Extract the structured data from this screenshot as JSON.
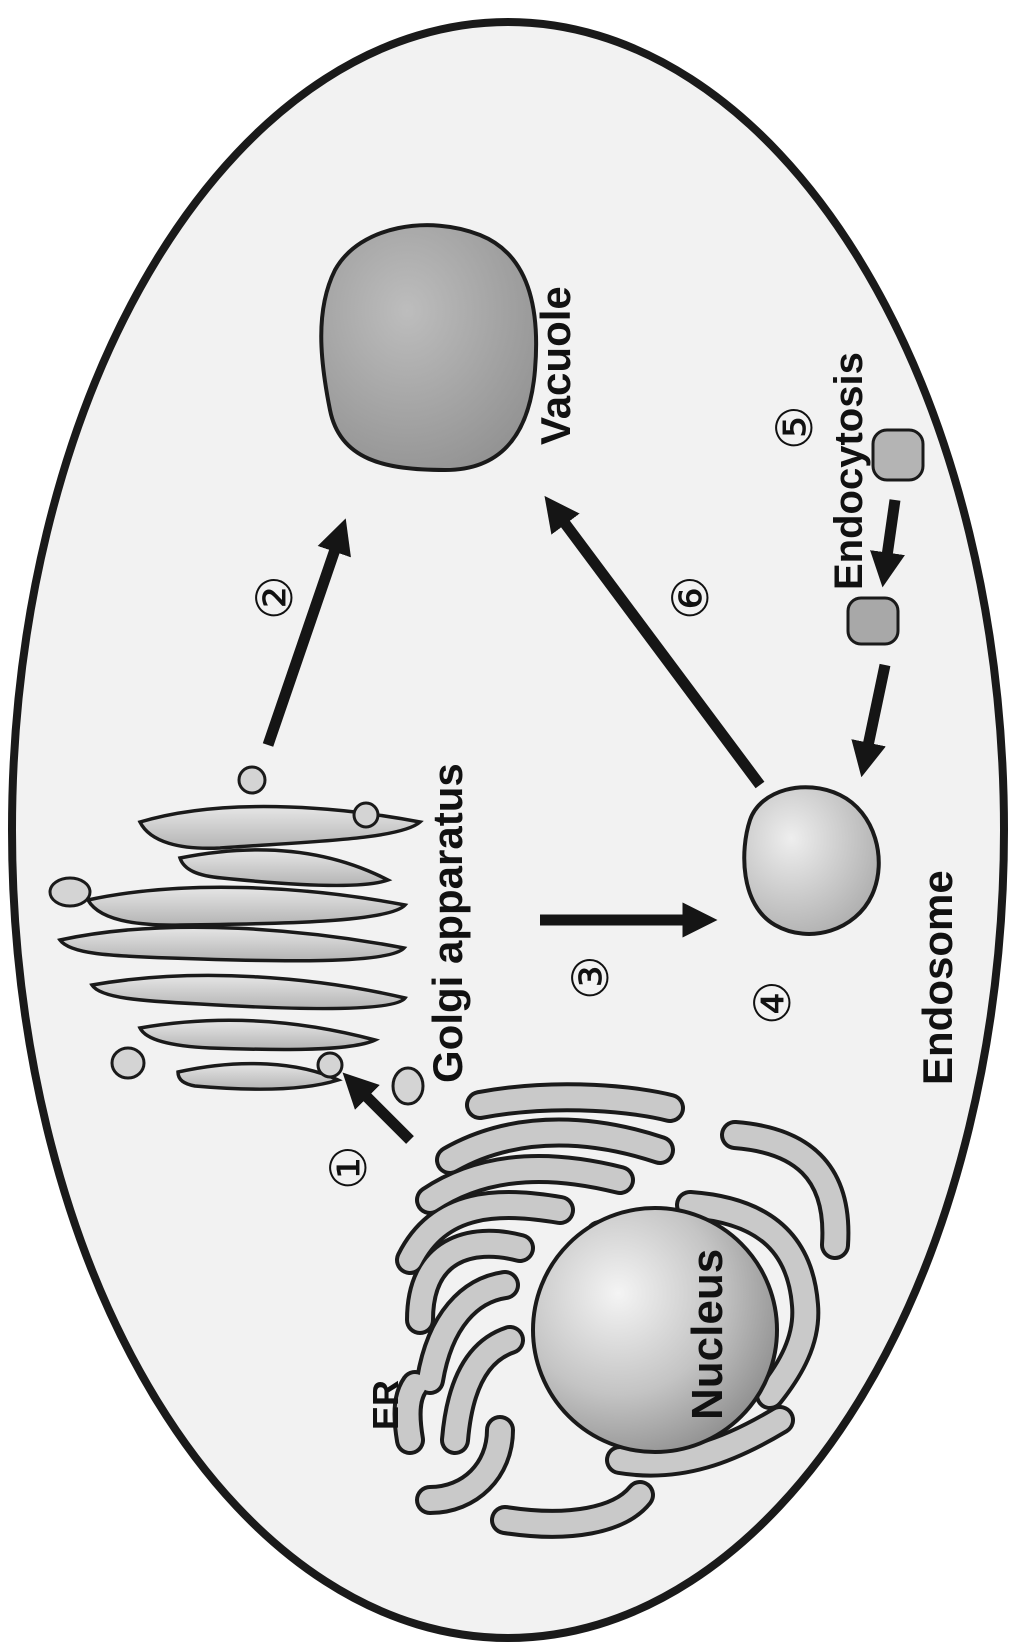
{
  "labels": {
    "er": "ER",
    "nucleus": "Nucleus",
    "golgi": "Golgi apparatus",
    "vacuole": "Vacuole",
    "endosome": "Endosome",
    "endocytosis": "Endocytosis"
  },
  "steps": {
    "s1": "①",
    "s2": "②",
    "s3": "③",
    "s4": "④",
    "s5": "⑤",
    "s6": "⑥"
  },
  "colors": {
    "outline": "#1a1a1a",
    "cell_fill": "#f2f2f2",
    "organelle_dark": "#9a9a9a",
    "organelle_light": "#dcdcdc",
    "arrow": "#151515"
  }
}
